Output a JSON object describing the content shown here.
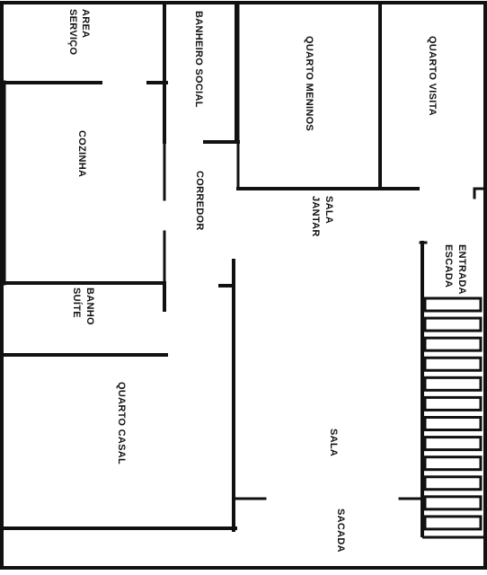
{
  "plan": {
    "colors": {
      "wall": "#111111",
      "background": "#ffffff",
      "text": "#111111"
    },
    "rooms": {
      "area_servico": [
        "AREA",
        "SERVIÇO"
      ],
      "banheiro_social": "BANHEIRO SOCIAL",
      "quarto_meninos": "QUARTO MENINOS",
      "quarto_visita": "QUARTO VISITA",
      "cozinha": "COZINHA",
      "corredor": "CORREDOR",
      "sala_jantar": [
        "SALA",
        "JANTAR"
      ],
      "entrada_escada": [
        "ENTRADA",
        "ESCADA"
      ],
      "banho_suite": [
        "BANHO",
        "SUÍTE"
      ],
      "quarto_casal": "QUARTO CASAL",
      "sala": "SALA",
      "sacada": "SACADA"
    }
  }
}
